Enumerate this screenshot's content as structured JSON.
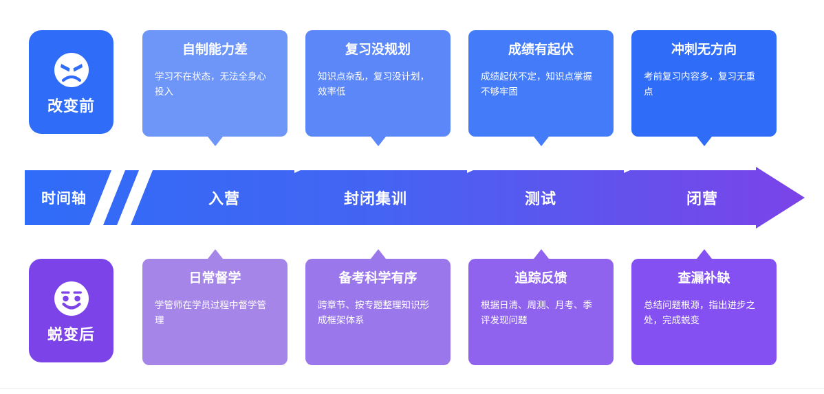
{
  "sides": {
    "before": {
      "label": "改变前",
      "icon": "angry-face-icon",
      "color": "#2f6cf7"
    },
    "after": {
      "label": "蜕变后",
      "icon": "happy-face-icon",
      "color": "#7b43e8"
    }
  },
  "problem_cards": [
    {
      "title": "自制能力差",
      "desc": "学习不在状态，无法全身心投入",
      "color": "#6e96f9"
    },
    {
      "title": "复习没规划",
      "desc": "知识点杂乱，复习没计划，效率低",
      "color": "#5b87f8"
    },
    {
      "title": "成绩有起伏",
      "desc": "成绩起伏不定，知识点掌握不够牢固",
      "color": "#447bf8"
    },
    {
      "title": "冲刺无方向",
      "desc": "考前复习内容多，复习无重点",
      "color": "#2f6cf7"
    }
  ],
  "solution_cards": [
    {
      "title": "日常督学",
      "desc": "学管师在学员过程中督学管理",
      "color": "#a586e8"
    },
    {
      "title": "备考科学有序",
      "desc": "跨章节、按专题整理知识形成框架体系",
      "color": "#9b77ec"
    },
    {
      "title": "追踪反馈",
      "desc": "根据日清、周测、月考、季评发现问题",
      "color": "#8f63ee"
    },
    {
      "title": "查漏补缺",
      "desc": "总结问题根源，指出进步之处，完成蜕变",
      "color": "#8450f2"
    }
  ],
  "timeline": {
    "axis_label": "时间轴",
    "stages": [
      "入营",
      "封闭集训",
      "测试",
      "闭营"
    ],
    "arrow_icon": "right-arrow-icon",
    "slash_icon": "double-slash-break-icon",
    "gradient_start": "#2f6cf7",
    "gradient_end": "#7b43e8"
  }
}
